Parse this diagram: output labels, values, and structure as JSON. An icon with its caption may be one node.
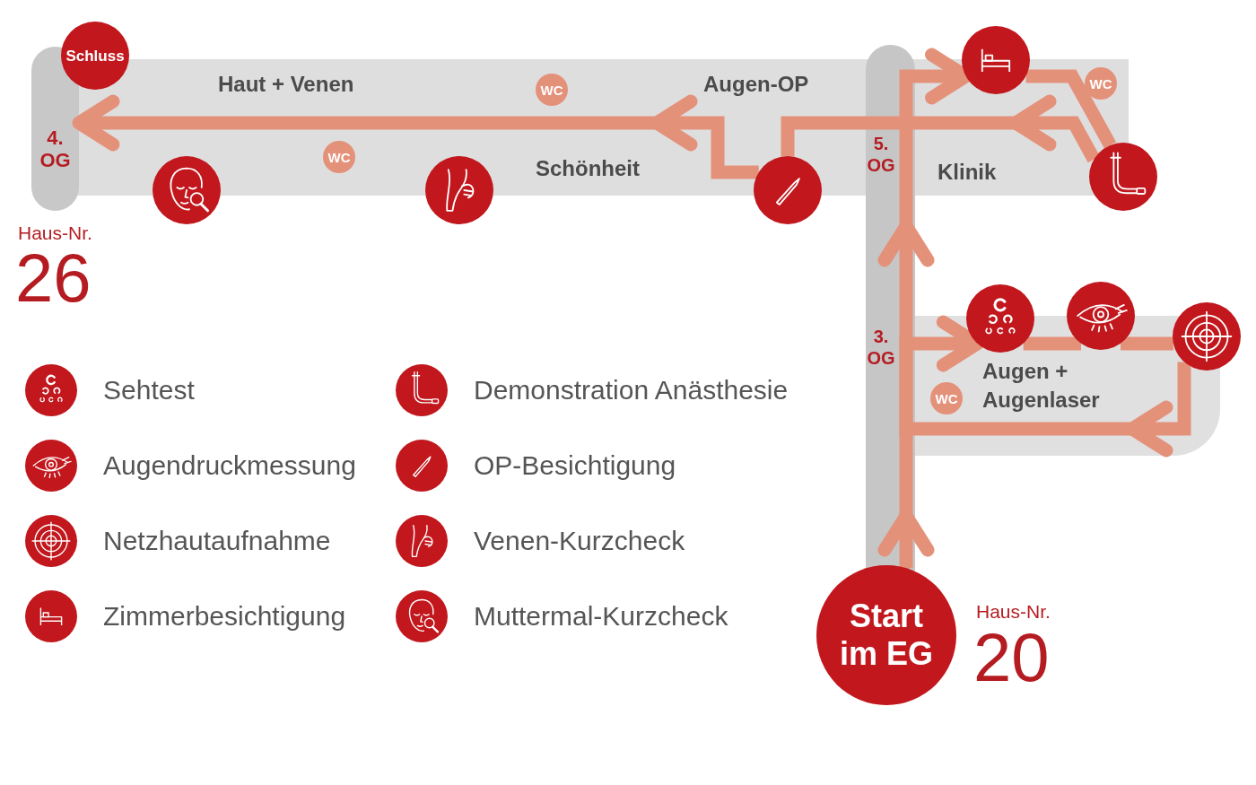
{
  "diagram": {
    "nodes": [
      {
        "text": [
          "Haut + Venen",
          "Augen-OP",
          "Schönheit",
          "Klinik"
        ]
      },
      {
        "text": [
          "WC"
        ],
        "in": 0
      },
      {
        "text": [
          "WC"
        ],
        "in": 0
      },
      {
        "text": [
          "WC"
        ],
        "in": 0
      },
      {
        "text": [
          "4. OG"
        ],
        "beside": [
          "Haus-Nr.",
          "26"
        ]
      },
      {
        "text": [
          "Schluss"
        ]
      },
      {
        "text": [],
        "shape": "circle"
      },
      {
        "text": [],
        "shape": "circle"
      },
      {
        "text": [],
        "shape": "circle"
      },
      {
        "text": [],
        "shape": "circle"
      },
      {
        "text": [],
        "shape": "circle"
      },
      {
        "text": [
          "Augen + Augenlaser"
        ]
      },
      {
        "text": [
          "WC"
        ],
        "in": 11
      },
      {
        "text": [],
        "shape": "circle"
      },
      {
        "text": [],
        "shape": "circle"
      },
      {
        "text": [],
        "shape": "circle"
      },
      {
        "text": [
          "Start im EG"
        ],
        "beside": [
          "Haus-Nr.",
          "20"
        ]
      }
    ],
    "edges": [
      {
        "from": 16,
        "to": 13,
        "arrow": "to"
      },
      {
        "from": 13,
        "to": 14,
        "arrow": "none"
      },
      {
        "from": 14,
        "to": 15,
        "arrow": "none"
      },
      {
        "from": 15,
        "to": 9,
        "arrow": "to"
      },
      {
        "from": 9,
        "to": 10,
        "arrow": "none"
      },
      {
        "from": 10,
        "to": 8,
        "arrow": "to"
      },
      {
        "from": 8,
        "to": 4,
        "arrow": "to"
      }
    ],
    "labels": [
      "5. OG",
      "3. OG"
    ],
    "legend": [
      {
        "text": "Sehtest"
      },
      {
        "text": "Augendruckmessung"
      },
      {
        "text": "Netzhautaufnahme"
      },
      {
        "text": "Zimmerbesichtigung"
      },
      {
        "text": "Demonstration Anästhesie"
      },
      {
        "text": "OP-Besichtigung"
      },
      {
        "text": "Venen-Kurzcheck"
      },
      {
        "text": "Muttermal-Kurzcheck"
      }
    ]
  }
}
